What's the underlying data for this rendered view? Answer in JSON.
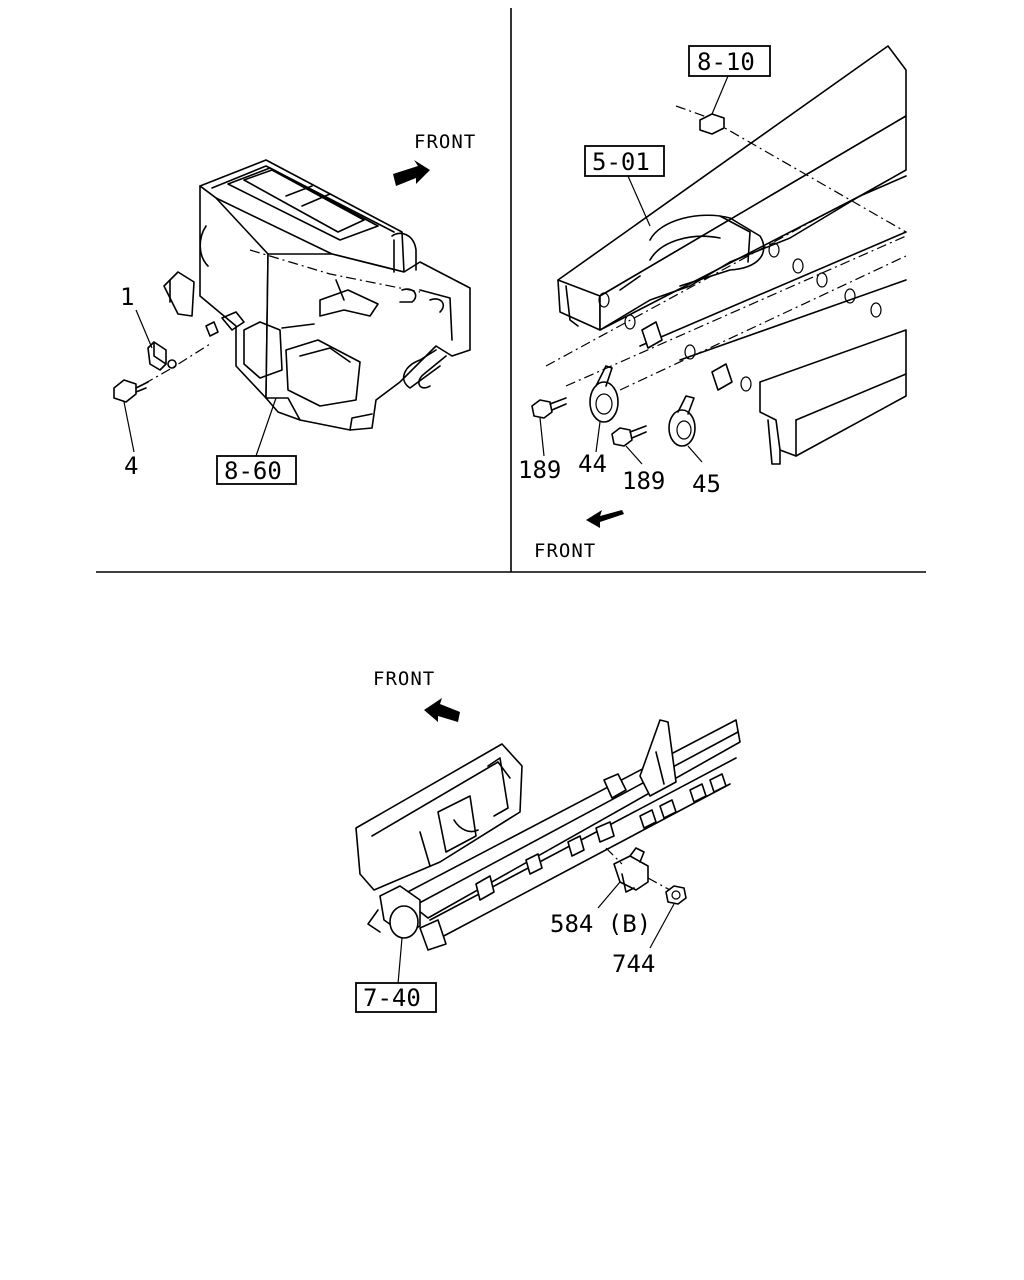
{
  "top_left": {
    "front_label": "FRONT",
    "part_labels": {
      "p1": "1",
      "p4": "4"
    },
    "ref_box": "8-60"
  },
  "top_right": {
    "front_label": "FRONT",
    "ref_boxes": {
      "r1": "8-10",
      "r2": "5-01"
    },
    "part_labels": {
      "p189a": "189",
      "p44": "44",
      "p189b": "189",
      "p45": "45"
    }
  },
  "bottom": {
    "front_label": "FRONT",
    "ref_box": "7-40",
    "part_labels": {
      "p584": "584 (B)",
      "p744": "744"
    }
  }
}
